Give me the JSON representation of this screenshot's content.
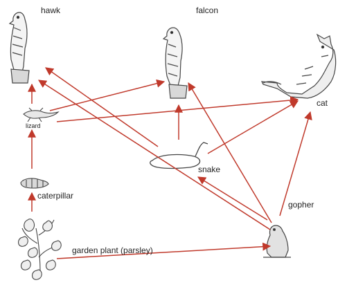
{
  "organisms": [
    {
      "key": "hawk",
      "label": "hawk",
      "icon": "hawk-icon"
    },
    {
      "key": "falcon",
      "label": "falcon",
      "icon": "falcon-icon"
    },
    {
      "key": "cat",
      "label": "cat",
      "icon": "cat-icon"
    },
    {
      "key": "lizard",
      "label": "lizard",
      "icon": "lizard-icon"
    },
    {
      "key": "snake",
      "label": "snake",
      "icon": "snake-icon"
    },
    {
      "key": "caterpillar",
      "label": "caterpillar",
      "icon": "caterpillar-icon"
    },
    {
      "key": "gopher",
      "label": "gopher",
      "icon": "gopher-icon"
    },
    {
      "key": "plant",
      "label": "garden plant (parsley)",
      "icon": "parsley-plant-icon"
    }
  ],
  "arrows": [
    {
      "from": "plant",
      "to": "caterpillar"
    },
    {
      "from": "plant",
      "to": "gopher"
    },
    {
      "from": "caterpillar",
      "to": "lizard"
    },
    {
      "from": "lizard",
      "to": "hawk"
    },
    {
      "from": "lizard",
      "to": "falcon"
    },
    {
      "from": "lizard",
      "to": "cat"
    },
    {
      "from": "snake",
      "to": "hawk"
    },
    {
      "from": "snake",
      "to": "falcon"
    },
    {
      "from": "snake",
      "to": "cat"
    },
    {
      "from": "gopher",
      "to": "hawk"
    },
    {
      "from": "gopher",
      "to": "falcon"
    },
    {
      "from": "gopher",
      "to": "cat"
    },
    {
      "from": "gopher",
      "to": "snake"
    }
  ],
  "colors": {
    "arrow": "#c0392b",
    "label": "#222222",
    "drawing": "#444444"
  }
}
